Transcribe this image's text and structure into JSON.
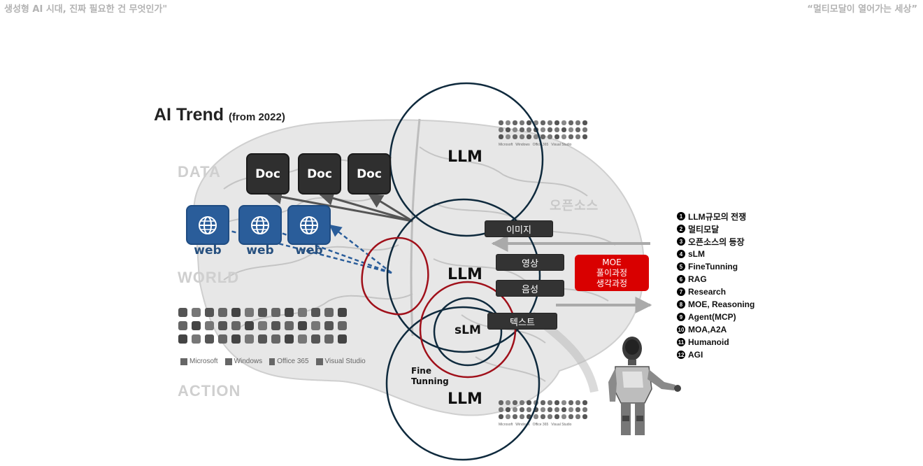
{
  "header": {
    "left": "생성형 AI 시대, 진짜 필요한 건 무엇인가\"",
    "right": "“멀티모달이 열어가는 세상”"
  },
  "title": {
    "main": "AI Trend",
    "sub": "(from 2022)"
  },
  "faded_labels": {
    "data": "DATA",
    "world": "WORLD",
    "action": "ACTION",
    "opensource": "오픈소스"
  },
  "docs": [
    "Doc",
    "Doc",
    "Doc"
  ],
  "web": [
    "web",
    "web",
    "web"
  ],
  "circles": {
    "llm_top": "LLM",
    "llm_middle": "LLM",
    "llm_bottom": "LLM",
    "slm": "sLM",
    "fine_tunning_1": "Fine",
    "fine_tunning_2": "Tunning"
  },
  "modalities": {
    "image": "이미지",
    "video": "영상",
    "audio": "음성",
    "text": "텍스트"
  },
  "moe": [
    "MOE",
    "풀이과정",
    "생각과정"
  ],
  "trend_list": [
    {
      "num": "1",
      "label": "LLM규모의 전쟁"
    },
    {
      "num": "2",
      "label": "멀티모달"
    },
    {
      "num": "3",
      "label": "오픈소스의 등장"
    },
    {
      "num": "4",
      "label": "sLM"
    },
    {
      "num": "5",
      "label": "FineTunning"
    },
    {
      "num": "6",
      "label": "RAG"
    },
    {
      "num": "7",
      "label": "Research"
    },
    {
      "num": "8",
      "label": "MOE, Reasoning"
    },
    {
      "num": "9",
      "label": "Agent(MCP)"
    },
    {
      "num": "10",
      "label": "MOA,A2A"
    },
    {
      "num": "11",
      "label": "Humanoid"
    },
    {
      "num": "12",
      "label": "AGI"
    }
  ],
  "brands": {
    "microsoft": "Microsoft",
    "windows": "Windows",
    "office": "Office 365",
    "visualstudio": "Visual Studio"
  },
  "colors": {
    "doc": "#2f2f2f",
    "web": "#2a5d9a",
    "circle_dark": "#0f2a3d",
    "circle_red": "#a0101a",
    "moe": "#d90000"
  }
}
